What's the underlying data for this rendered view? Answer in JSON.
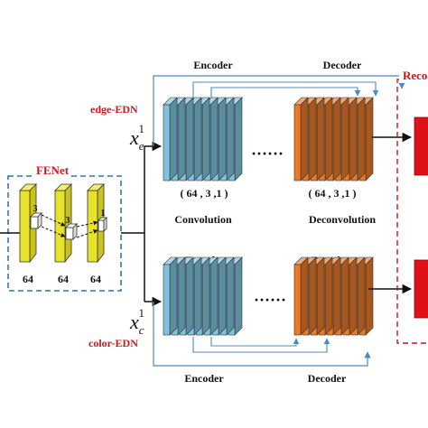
{
  "fenet": {
    "title": "FENet",
    "kernel_labels": [
      "3",
      "3",
      "1"
    ],
    "channels": [
      "64",
      "64",
      "64"
    ]
  },
  "edge_branch": {
    "name": "edge-EDN",
    "input_symbol": "x",
    "input_subscript": "e",
    "input_superscript": "1",
    "encoder_label": "Encoder",
    "decoder_label": "Decoder",
    "conv_params": "( 64 , 3 ,1 )",
    "deconv_params": "( 64 , 3 ,1 )",
    "conv_caption": "Convolution",
    "deconv_caption": "Deconvolution",
    "ellipsis": "······"
  },
  "color_branch": {
    "name": "color-EDN",
    "input_symbol": "x",
    "input_subscript": "c",
    "input_superscript": "1",
    "encoder_label": "Encoder",
    "decoder_label": "Decoder",
    "ellipsis": "······"
  },
  "recon": {
    "label_partial": "Reco"
  },
  "colors": {
    "fenet_fill": "#e8e22c",
    "fenet_box": "#2e74b5",
    "encoder_fill": "#7fc4de",
    "decoder_fill": "#ea7a2a",
    "recon_box": "#d0161b",
    "recon_fill": "#e01018",
    "label_red": "#d0161b",
    "skip_line": "#4b8bc4"
  }
}
